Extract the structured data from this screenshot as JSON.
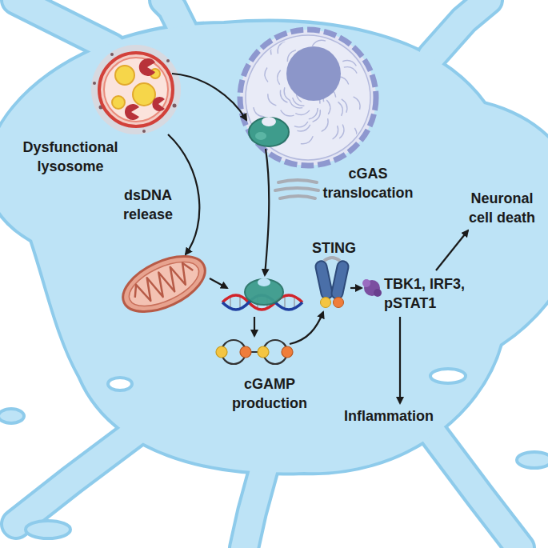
{
  "diagram": {
    "labels": [
      "Dysfunctional lysosome",
      "dsDNA release",
      "cGAS translocation",
      "STING",
      "TBK1, IRF3, pSTAT1",
      "Neuronal cell death",
      "Inflammation",
      "cGAMP production"
    ]
  }
}
